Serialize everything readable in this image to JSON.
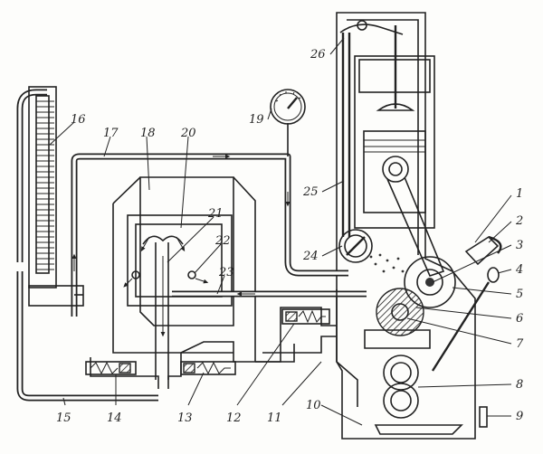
{
  "callouts": [
    {
      "id": "1",
      "text": "1"
    },
    {
      "id": "2",
      "text": "2"
    },
    {
      "id": "3",
      "text": "3"
    },
    {
      "id": "4",
      "text": "4"
    },
    {
      "id": "5",
      "text": "5"
    },
    {
      "id": "6",
      "text": "6"
    },
    {
      "id": "7",
      "text": "7"
    },
    {
      "id": "8",
      "text": "8"
    },
    {
      "id": "9",
      "text": "9"
    },
    {
      "id": "10",
      "text": "10"
    },
    {
      "id": "11",
      "text": "11"
    },
    {
      "id": "12",
      "text": "12"
    },
    {
      "id": "13",
      "text": "13"
    },
    {
      "id": "14",
      "text": "14"
    },
    {
      "id": "15",
      "text": "15"
    },
    {
      "id": "16",
      "text": "16"
    },
    {
      "id": "17",
      "text": "17"
    },
    {
      "id": "18",
      "text": "18"
    },
    {
      "id": "19",
      "text": "19"
    },
    {
      "id": "20",
      "text": "20"
    },
    {
      "id": "21",
      "text": "21"
    },
    {
      "id": "22",
      "text": "22"
    },
    {
      "id": "23",
      "text": "23"
    },
    {
      "id": "24",
      "text": "24"
    },
    {
      "id": "25",
      "text": "25"
    },
    {
      "id": "26",
      "text": "26"
    }
  ],
  "colors": {
    "ink": "#222222",
    "paper": "#fdfdfb"
  }
}
